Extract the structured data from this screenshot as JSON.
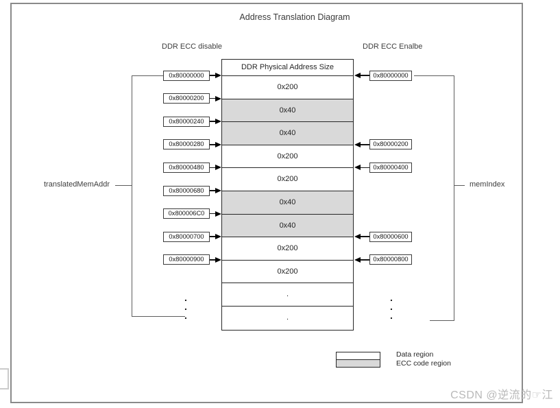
{
  "title": "Address Translation Diagram",
  "left_column": {
    "header": "DDR ECC disable",
    "bracket_label": "translatedMemAddr",
    "addresses": [
      "0x80000000",
      "0x80000200",
      "0x80000240",
      "0x80000280",
      "0x80000480",
      "0x80000680",
      "0x800006C0",
      "0x80000700",
      "0x80000900"
    ]
  },
  "right_column": {
    "header": "DDR ECC Enalbe",
    "bracket_label": "memIndex",
    "addresses": [
      "0x80000000",
      "0x80000200",
      "0x80000400",
      "0x80000600",
      "0x80000800"
    ]
  },
  "table": {
    "header": "DDR Physical Address Size",
    "rows": [
      {
        "size": "0x200",
        "region": "data"
      },
      {
        "size": "0x40",
        "region": "ecc"
      },
      {
        "size": "0x40",
        "region": "ecc"
      },
      {
        "size": "0x200",
        "region": "data"
      },
      {
        "size": "0x200",
        "region": "data"
      },
      {
        "size": "0x40",
        "region": "ecc"
      },
      {
        "size": "0x40",
        "region": "ecc"
      },
      {
        "size": "0x200",
        "region": "data"
      },
      {
        "size": "0x200",
        "region": "data"
      },
      {
        "size": ".",
        "region": "data"
      },
      {
        "size": ".",
        "region": "data"
      }
    ]
  },
  "legend": {
    "data_label": "Data region",
    "ecc_label": "ECC code region"
  },
  "misc": {
    "ellipsis_dot": "."
  },
  "watermark": "CSDN @逆流的☞江",
  "colors": {
    "data_fill": "#ffffff",
    "ecc_fill": "#d9d9d9",
    "border": "#262626",
    "frame": "#8a8a8a"
  }
}
